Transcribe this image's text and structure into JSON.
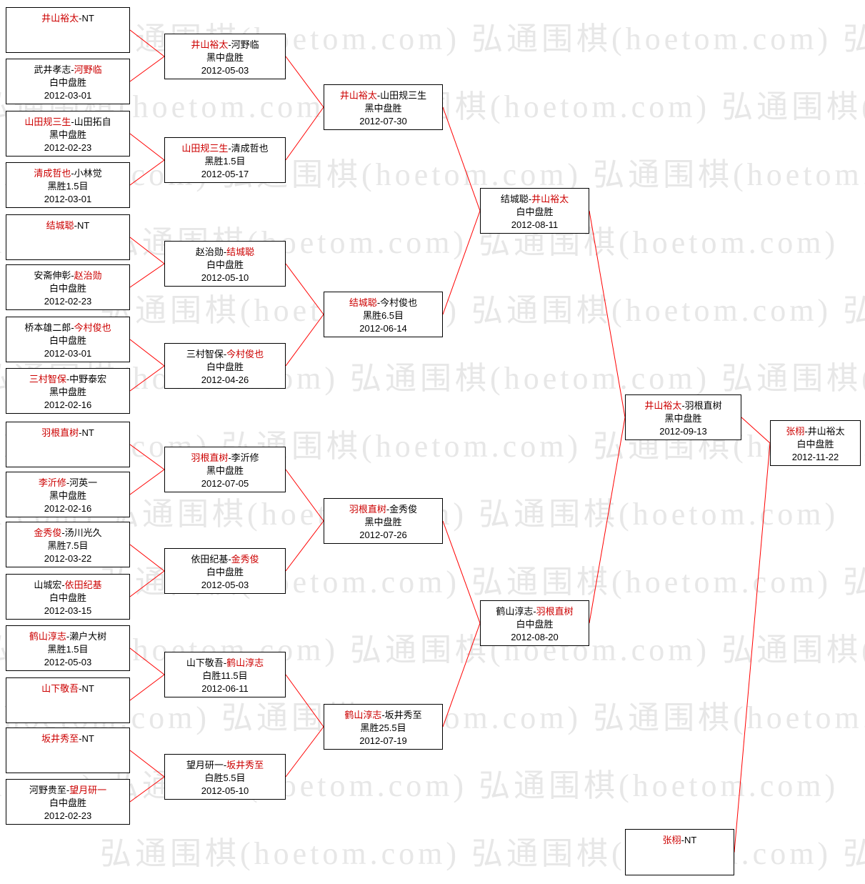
{
  "separator": "-",
  "watermark": {
    "text": "弘通围棋(hoetom.com)",
    "color": "#e7e7e7"
  },
  "colors": {
    "winner_name": "#cc0000",
    "connector": "#ff0000",
    "box_border": "#000000",
    "text": "#000000",
    "background": "#ffffff"
  },
  "rounds": [
    [
      {
        "left": "井山裕太",
        "right": "NT",
        "winner": "left",
        "result": "",
        "date": ""
      },
      {
        "left": "武井孝志",
        "right": "河野临",
        "winner": "right",
        "result": "白中盘胜",
        "date": "2012-03-01"
      },
      {
        "left": "山田规三生",
        "right": "山田拓自",
        "winner": "left",
        "result": "黑中盘胜",
        "date": "2012-02-23"
      },
      {
        "left": "清成哲也",
        "right": "小林觉",
        "winner": "left",
        "result": "黑胜1.5目",
        "date": "2012-03-01"
      },
      {
        "left": "结城聪",
        "right": "NT",
        "winner": "left",
        "result": "",
        "date": ""
      },
      {
        "left": "安斋伸彰",
        "right": "赵治勋",
        "winner": "right",
        "result": "白中盘胜",
        "date": "2012-02-23"
      },
      {
        "left": "桥本雄二郎",
        "right": "今村俊也",
        "winner": "right",
        "result": "白中盘胜",
        "date": "2012-03-01"
      },
      {
        "left": "三村智保",
        "right": "中野泰宏",
        "winner": "left",
        "result": "黑中盘胜",
        "date": "2012-02-16"
      },
      {
        "left": "羽根直树",
        "right": "NT",
        "winner": "left",
        "result": "",
        "date": ""
      },
      {
        "left": "李沂修",
        "right": "河英一",
        "winner": "left",
        "result": "黑中盘胜",
        "date": "2012-02-16"
      },
      {
        "left": "金秀俊",
        "right": "汤川光久",
        "winner": "left",
        "result": "黑胜7.5目",
        "date": "2012-03-22"
      },
      {
        "left": "山城宏",
        "right": "依田纪基",
        "winner": "right",
        "result": "白中盘胜",
        "date": "2012-03-15"
      },
      {
        "left": "鹤山淳志",
        "right": "濑户大树",
        "winner": "left",
        "result": "黑胜1.5目",
        "date": "2012-05-03"
      },
      {
        "left": "山下敬吾",
        "right": "NT",
        "winner": "left",
        "result": "",
        "date": ""
      },
      {
        "left": "坂井秀至",
        "right": "NT",
        "winner": "left",
        "result": "",
        "date": ""
      },
      {
        "left": "河野贵至",
        "right": "望月研一",
        "winner": "right",
        "result": "白中盘胜",
        "date": "2012-02-23"
      }
    ],
    [
      {
        "left": "井山裕太",
        "right": "河野临",
        "winner": "left",
        "result": "黑中盘胜",
        "date": "2012-05-03"
      },
      {
        "left": "山田规三生",
        "right": "清成哲也",
        "winner": "left",
        "result": "黑胜1.5目",
        "date": "2012-05-17"
      },
      {
        "left": "赵治勋",
        "right": "结城聪",
        "winner": "right",
        "result": "白中盘胜",
        "date": "2012-05-10"
      },
      {
        "left": "三村智保",
        "right": "今村俊也",
        "winner": "right",
        "result": "白中盘胜",
        "date": "2012-04-26"
      },
      {
        "left": "羽根直树",
        "right": "李沂修",
        "winner": "left",
        "result": "黑中盘胜",
        "date": "2012-07-05"
      },
      {
        "left": "依田纪基",
        "right": "金秀俊",
        "winner": "right",
        "result": "白中盘胜",
        "date": "2012-05-03"
      },
      {
        "left": "山下敬吾",
        "right": "鹤山淳志",
        "winner": "right",
        "result": "白胜11.5目",
        "date": "2012-06-11"
      },
      {
        "left": "望月研一",
        "right": "坂井秀至",
        "winner": "right",
        "result": "白胜5.5目",
        "date": "2012-05-10"
      }
    ],
    [
      {
        "left": "井山裕太",
        "right": "山田规三生",
        "winner": "left",
        "result": "黑中盘胜",
        "date": "2012-07-30"
      },
      {
        "left": "结城聪",
        "right": "今村俊也",
        "winner": "left",
        "result": "黑胜6.5目",
        "date": "2012-06-14"
      },
      {
        "left": "羽根直树",
        "right": "金秀俊",
        "winner": "left",
        "result": "黑中盘胜",
        "date": "2012-07-26"
      },
      {
        "left": "鹤山淳志",
        "right": "坂井秀至",
        "winner": "left",
        "result": "黑胜25.5目",
        "date": "2012-07-19"
      }
    ],
    [
      {
        "left": "结城聪",
        "right": "井山裕太",
        "winner": "right",
        "result": "白中盘胜",
        "date": "2012-08-11"
      },
      {
        "left": "鹤山淳志",
        "right": "羽根直树",
        "winner": "right",
        "result": "白中盘胜",
        "date": "2012-08-20"
      }
    ],
    [
      {
        "left": "井山裕太",
        "right": "羽根直树",
        "winner": "left",
        "result": "黑中盘胜",
        "date": "2012-09-13"
      }
    ],
    [
      {
        "left": "张栩",
        "right": "井山裕太",
        "winner": "left",
        "result": "白中盘胜",
        "date": "2012-11-22"
      }
    ]
  ],
  "title_holder": {
    "left": "张栩",
    "right": "NT",
    "winner": "left",
    "result": "",
    "date": ""
  }
}
